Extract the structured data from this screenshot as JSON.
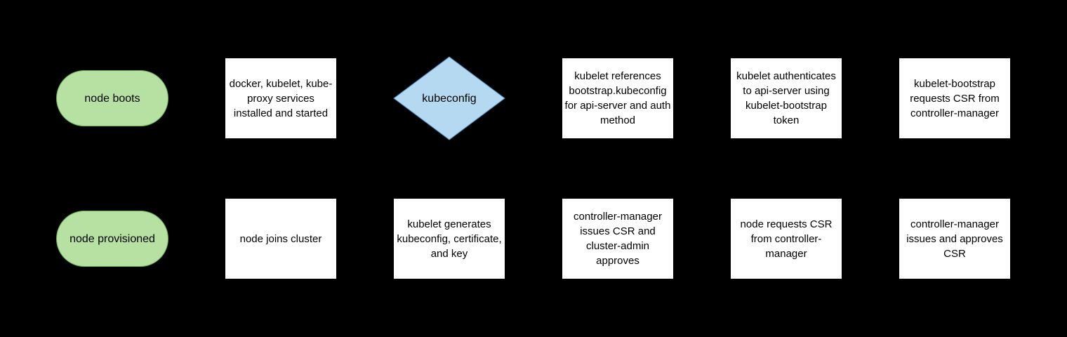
{
  "diagram": {
    "background": "#000000",
    "colors": {
      "terminator_fill": "#b7e0a3",
      "terminator_border": "#6aa84f",
      "decision_fill": "#b4d9f0",
      "decision_border": "#4a90c4",
      "process_fill": "#ffffff",
      "text": "#000000"
    },
    "nodes": [
      {
        "id": "node-boots",
        "type": "terminator",
        "row": "top",
        "label": "node boots"
      },
      {
        "id": "services-installed",
        "type": "process",
        "row": "top",
        "label": "docker, kubelet, kube-proxy services installed and started"
      },
      {
        "id": "kubeconfig-decision",
        "type": "decision",
        "row": "top",
        "label": "kubeconfig"
      },
      {
        "id": "kubelet-references-bootstrap",
        "type": "process",
        "row": "top",
        "label": "kubelet references bootstrap.kubeconfig for api-server and auth method"
      },
      {
        "id": "kubelet-authenticates",
        "type": "process",
        "row": "top",
        "label": "kubelet authenticates to api-server using kubelet-bootstrap token"
      },
      {
        "id": "kubelet-bootstrap-requests-csr",
        "type": "process",
        "row": "top",
        "label": "kubelet-bootstrap requests CSR from controller-manager"
      },
      {
        "id": "node-provisioned",
        "type": "terminator",
        "row": "bottom",
        "label": "node provisioned"
      },
      {
        "id": "node-joins-cluster",
        "type": "process",
        "row": "bottom",
        "label": "node joins cluster"
      },
      {
        "id": "kubelet-generates-kubeconfig",
        "type": "process",
        "row": "bottom",
        "label": "kubelet generates kubeconfig, certificate, and key"
      },
      {
        "id": "cm-issues-csr-admin-approves",
        "type": "process",
        "row": "bottom",
        "label": "controller-manager issues CSR and cluster-admin approves"
      },
      {
        "id": "node-requests-csr",
        "type": "process",
        "row": "bottom",
        "label": "node requests CSR from controller-manager"
      },
      {
        "id": "cm-issues-and-approves-csr",
        "type": "process",
        "row": "bottom",
        "label": "controller-manager issues and approves CSR"
      }
    ]
  }
}
